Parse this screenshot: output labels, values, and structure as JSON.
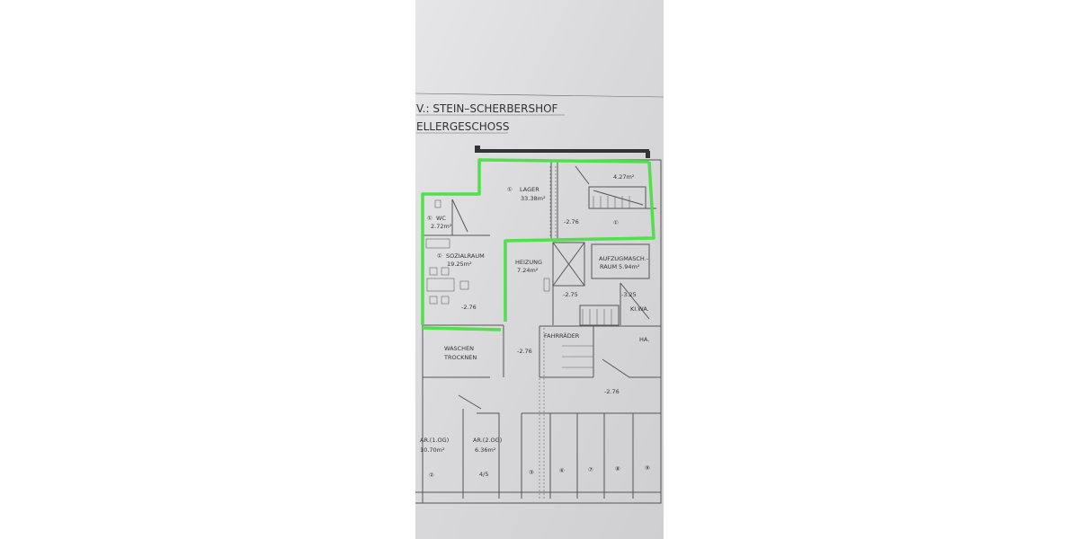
{
  "header": {
    "title": "V.: STEIN–SCHERBERSHOF",
    "subtitle": "ELLERGESCHOSS"
  },
  "rooms": {
    "lager": {
      "marker": "①",
      "name": "LAGER",
      "area": "33.38m²"
    },
    "stair_room": {
      "area": "4.27m²",
      "marker": "①",
      "level": "-2.76"
    },
    "wc": {
      "marker": "①",
      "name": "WC",
      "area": "2.72m²"
    },
    "sozialraum": {
      "marker": "①",
      "name": "SOZIALRAUM",
      "area": "19.25m²",
      "level": "-2.76"
    },
    "heizung": {
      "name": "HEIZUNG",
      "area": "7.24m²"
    },
    "aufzug": {
      "name": "AUFZUGMASCH.-",
      "name2": "RAUM",
      "area": "5.94m²"
    },
    "corridor": {
      "level": "-2.75"
    },
    "kiwa": {
      "name": "KI.WA.",
      "level": "-3.25"
    },
    "fahrraeder": {
      "name": "FAHRRÄDER"
    },
    "ha": {
      "name": "HA."
    },
    "waschen": {
      "name": "WASCHEN",
      "name2": "TROCKNEN"
    },
    "hall": {
      "level": "-2.76",
      "level2": "-2.76"
    },
    "ar1": {
      "name": "AR.(1.OG)",
      "area": "10.70m²",
      "marker": "②"
    },
    "ar2": {
      "name": "AR.(2.OG)",
      "area": "6.36m²",
      "marker": "4/5"
    },
    "cellars": [
      "③",
      "⑥",
      "⑦",
      "⑧",
      "⑨"
    ]
  },
  "colors": {
    "highlight": "#4fe04a",
    "paper": "#d9d9db"
  }
}
